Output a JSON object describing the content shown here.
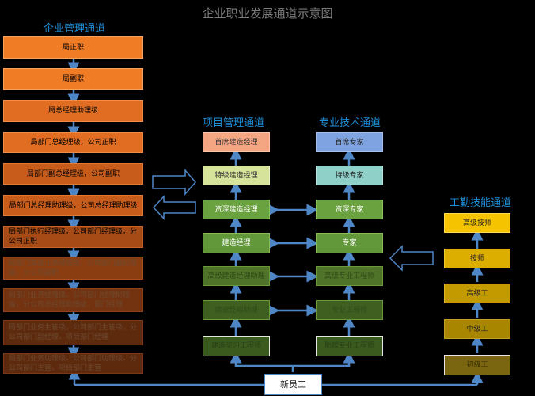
{
  "title": "企业职业发展通道示意图",
  "headers": {
    "enterprise": "企业管理通道",
    "project": "项目管理通道",
    "technical": "专业技术通道",
    "skill": "工勤技能通道"
  },
  "enterprise": [
    "局正职",
    "局副职",
    "局总经理助理级",
    "局部门总经理级，公司正职",
    "局部门副总经理级，公司副职",
    "局部门总经理助理级，公司总经理助理级",
    "局部门执行经理级，公司部门经理级，分公司正职",
    "局部门高级业务经理级，公司部门副经理级，分公司副职",
    "局部门业务经理级，公司部门经理助理级，分公司总经理助理级，部门经理",
    "局部门业务主管级，公司部门主管级，分公司部门副经理，项目部门经理",
    "局部门业务助理级，公司部门助理级，分公司部门主管，项目部门主管"
  ],
  "project": [
    "首席建造经理",
    "特级建造经理",
    "资深建造经理",
    "建造经理",
    "高级建造经理助理",
    "建造经理助理",
    "建造见习工程师"
  ],
  "technical": [
    "首席专家",
    "特级专家",
    "资深专家",
    "专家",
    "高级专业工程师",
    "专业工程师",
    "助理专业工程师"
  ],
  "skill": [
    "高级技师",
    "技师",
    "高级工",
    "中级工",
    "初级工"
  ],
  "newcomer": "新员工",
  "colors": {
    "background": "#000000",
    "header": "#1f8fd8",
    "title": "#7b7b7b",
    "arrow": "#4f86c6",
    "chief_project": "#f4a582",
    "special_project": "#d6e39a",
    "green": "#6aa23f",
    "chief_technical": "#7fa3e0",
    "special_technical": "#8fd0c8",
    "gold": "#f5c300"
  }
}
